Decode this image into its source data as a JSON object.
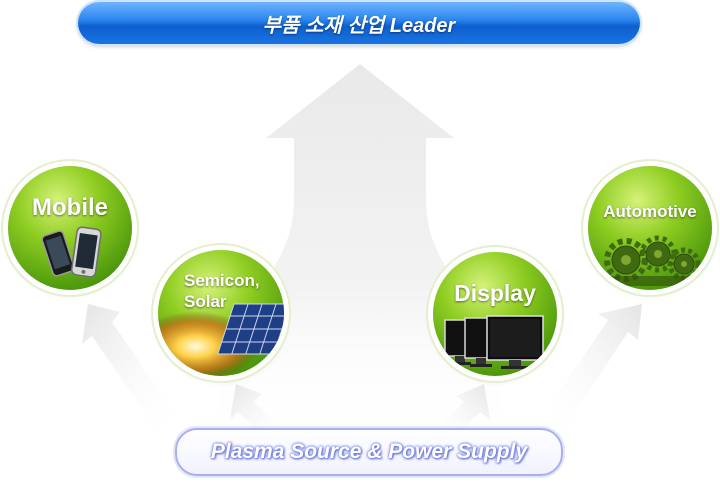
{
  "header": {
    "title": "부품 소재 산업 Leader"
  },
  "nodes": {
    "mobile": {
      "label": "Mobile"
    },
    "semicon": {
      "line1": "Semicon,",
      "line2": "Solar"
    },
    "display": {
      "label": "Display"
    },
    "automotive": {
      "label": "Automotive"
    }
  },
  "footer": {
    "label": "Plasma Source & Power Supply"
  },
  "colors": {
    "banner_blue": "#1a73e0",
    "node_green": "#7cc11c",
    "footer_border": "#a9afee"
  },
  "icons": [
    "mobile-phones-icon",
    "solar-panel-icon",
    "monitors-icon",
    "gears-icon",
    "up-arrow-icon"
  ]
}
